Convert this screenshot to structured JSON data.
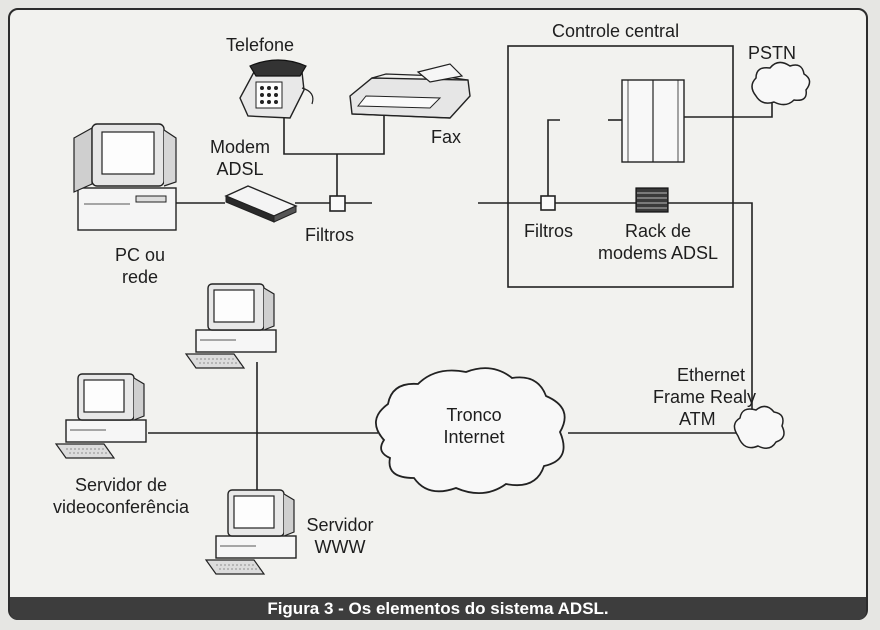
{
  "labels": {
    "telefone": "Telefone",
    "fax": "Fax",
    "modem_line1": "Modem",
    "modem_line2": "ADSL",
    "filtros_left": "Filtros",
    "pc_line1": "PC ou",
    "pc_line2": "rede",
    "controle_central": "Controle central",
    "pstn": "PSTN",
    "filtros_right": "Filtros",
    "rack_line1": "Rack de",
    "rack_line2": "modems ADSL",
    "ethernet_line1": "Ethernet",
    "ethernet_line2": "Frame Realy",
    "ethernet_line3": "ATM",
    "tronco_line1": "Tronco",
    "tronco_line2": "Internet",
    "servidor_video_line1": "Servidor de",
    "servidor_video_line2": "videoconferência",
    "servidor_www_line1": "Servidor",
    "servidor_www_line2": "WWW"
  },
  "caption": "Figura 3 - Os elementos do sistema ADSL.",
  "colors": {
    "background": "#f2f2ef",
    "line": "#222222",
    "caption_bar": "#3d3d3d",
    "caption_text": "#ffffff"
  }
}
